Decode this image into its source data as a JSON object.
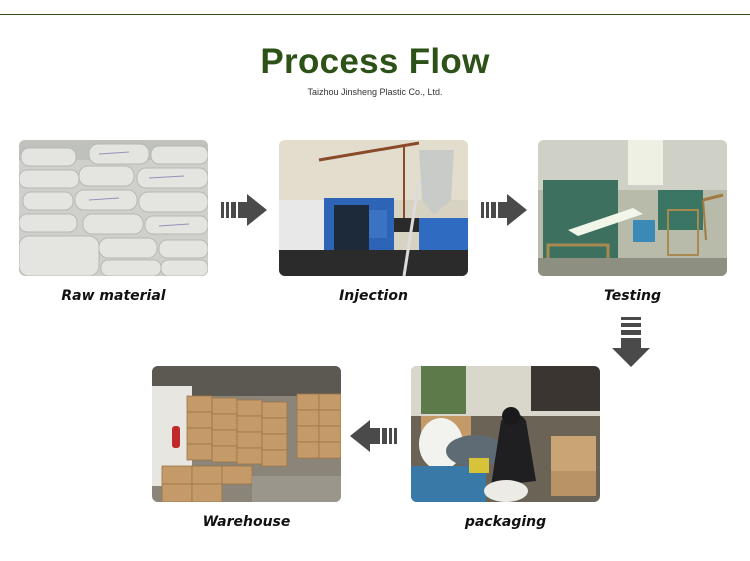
{
  "header": {
    "title": "Process Flow",
    "subtitle": "Taizhou Jinsheng Plastic Co., Ltd."
  },
  "colors": {
    "title": "#2d5217",
    "rule": "#2f4f16",
    "arrow": "#4a4a4a"
  },
  "steps": [
    {
      "label": "Raw material",
      "photo": "stacked-white-sacks-photo"
    },
    {
      "label": "Injection",
      "photo": "blue-injection-molding-machine-photo"
    },
    {
      "label": "Testing",
      "photo": "green-testing-tanks-photo"
    },
    {
      "label": "packaging",
      "photo": "worker-packaging-boxes-photo"
    },
    {
      "label": "Warehouse",
      "photo": "stacked-cardboard-boxes-photo"
    }
  ],
  "arrows": [
    {
      "icon": "arrow-right-icon",
      "from": "Raw material",
      "to": "Injection"
    },
    {
      "icon": "arrow-right-icon",
      "from": "Injection",
      "to": "Testing"
    },
    {
      "icon": "arrow-down-icon",
      "from": "Testing",
      "to": "packaging"
    },
    {
      "icon": "arrow-left-icon",
      "from": "packaging",
      "to": "Warehouse"
    }
  ]
}
